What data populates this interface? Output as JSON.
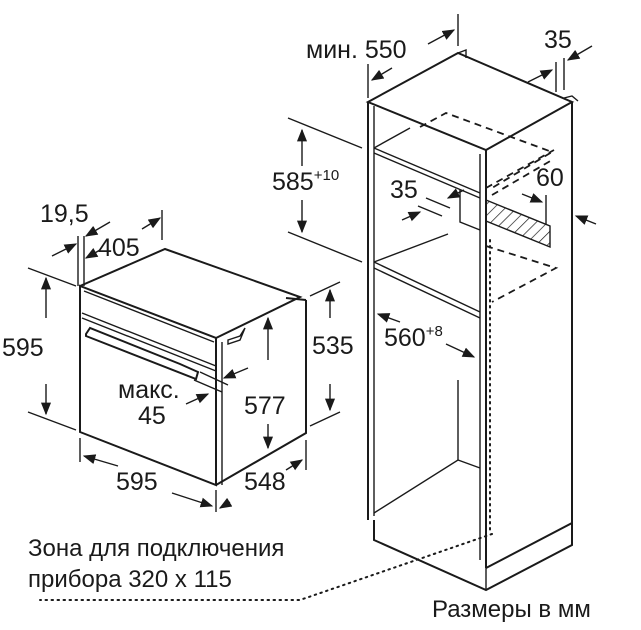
{
  "diagram": {
    "title": "Oven built-in installation dimensions",
    "units_note": "Размеры в мм",
    "oven": {
      "width": "595",
      "height": "595",
      "depth": "548",
      "body_height": "577",
      "body_depth_side": "535",
      "front_panel_thickness": "19,5",
      "top_depth_marker": "405",
      "door_gap_label": "макс.",
      "door_gap_value": "45"
    },
    "cabinet": {
      "min_depth_label": "мин. 550",
      "rear_gap_top": "35",
      "niche_height": "585",
      "niche_height_tolerance": "+10",
      "niche_width": "560",
      "niche_width_tolerance": "+8",
      "shelf_front_setback": "35",
      "vent_depth": "60"
    },
    "connection_zone": {
      "line1": "Зона для подключения",
      "line2": "прибора 320 x 115"
    }
  }
}
